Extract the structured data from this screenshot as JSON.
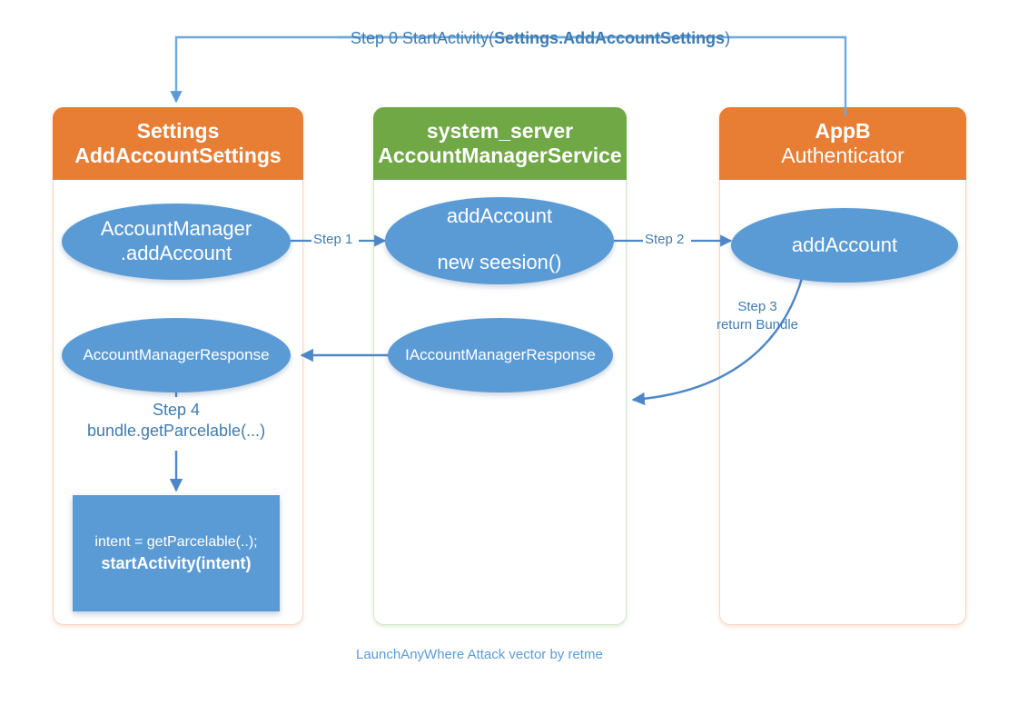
{
  "diagram": {
    "caption": "LaunchAnyWhere Attack vector by retme",
    "colors": {
      "orange": "#E87D34",
      "green": "#70A845",
      "blue": "#5B9BD5",
      "arrow_blue": "#4E87C7",
      "label_blue": "#3E7CB1",
      "background": "#FFFFFF"
    },
    "lanes": [
      {
        "id": "settings",
        "title_line1": "Settings",
        "title_line2": "AddAccountSettings",
        "color": "orange"
      },
      {
        "id": "system-server",
        "title_line1": "system_server",
        "title_line2": "AccountManagerService",
        "color": "green"
      },
      {
        "id": "appb",
        "title_line1": "AppB",
        "title_line2": "Authenticator",
        "color": "orange"
      }
    ],
    "nodes": [
      {
        "id": "account-manager-add-account",
        "line1": "AccountManager",
        "line2": ".addAccount"
      },
      {
        "id": "add-account-new-session",
        "line1": "addAccount",
        "line2": "new seesion()"
      },
      {
        "id": "appb-add-account",
        "line1": "addAccount",
        "line2": ""
      },
      {
        "id": "account-manager-response",
        "line1": "AccountManagerResponse",
        "line2": ""
      },
      {
        "id": "iaccount-manager-response",
        "line1": "IAccountManagerResponse",
        "line2": ""
      }
    ],
    "code_box": {
      "line1": "intent = getParcelable(..);",
      "line2": "startActivity(intent)"
    },
    "edge_labels": {
      "step0_prefix": "Step 0  StartActivity(",
      "step0_bold": "Settings.AddAccountSettings",
      "step0_suffix": ")",
      "step1": "Step 1",
      "step2": "Step 2",
      "step3_line1": "Step 3",
      "step3_line2": "return Bundle",
      "step4_line1": "Step 4",
      "step4_line2": "bundle.getParcelable(...)"
    }
  }
}
